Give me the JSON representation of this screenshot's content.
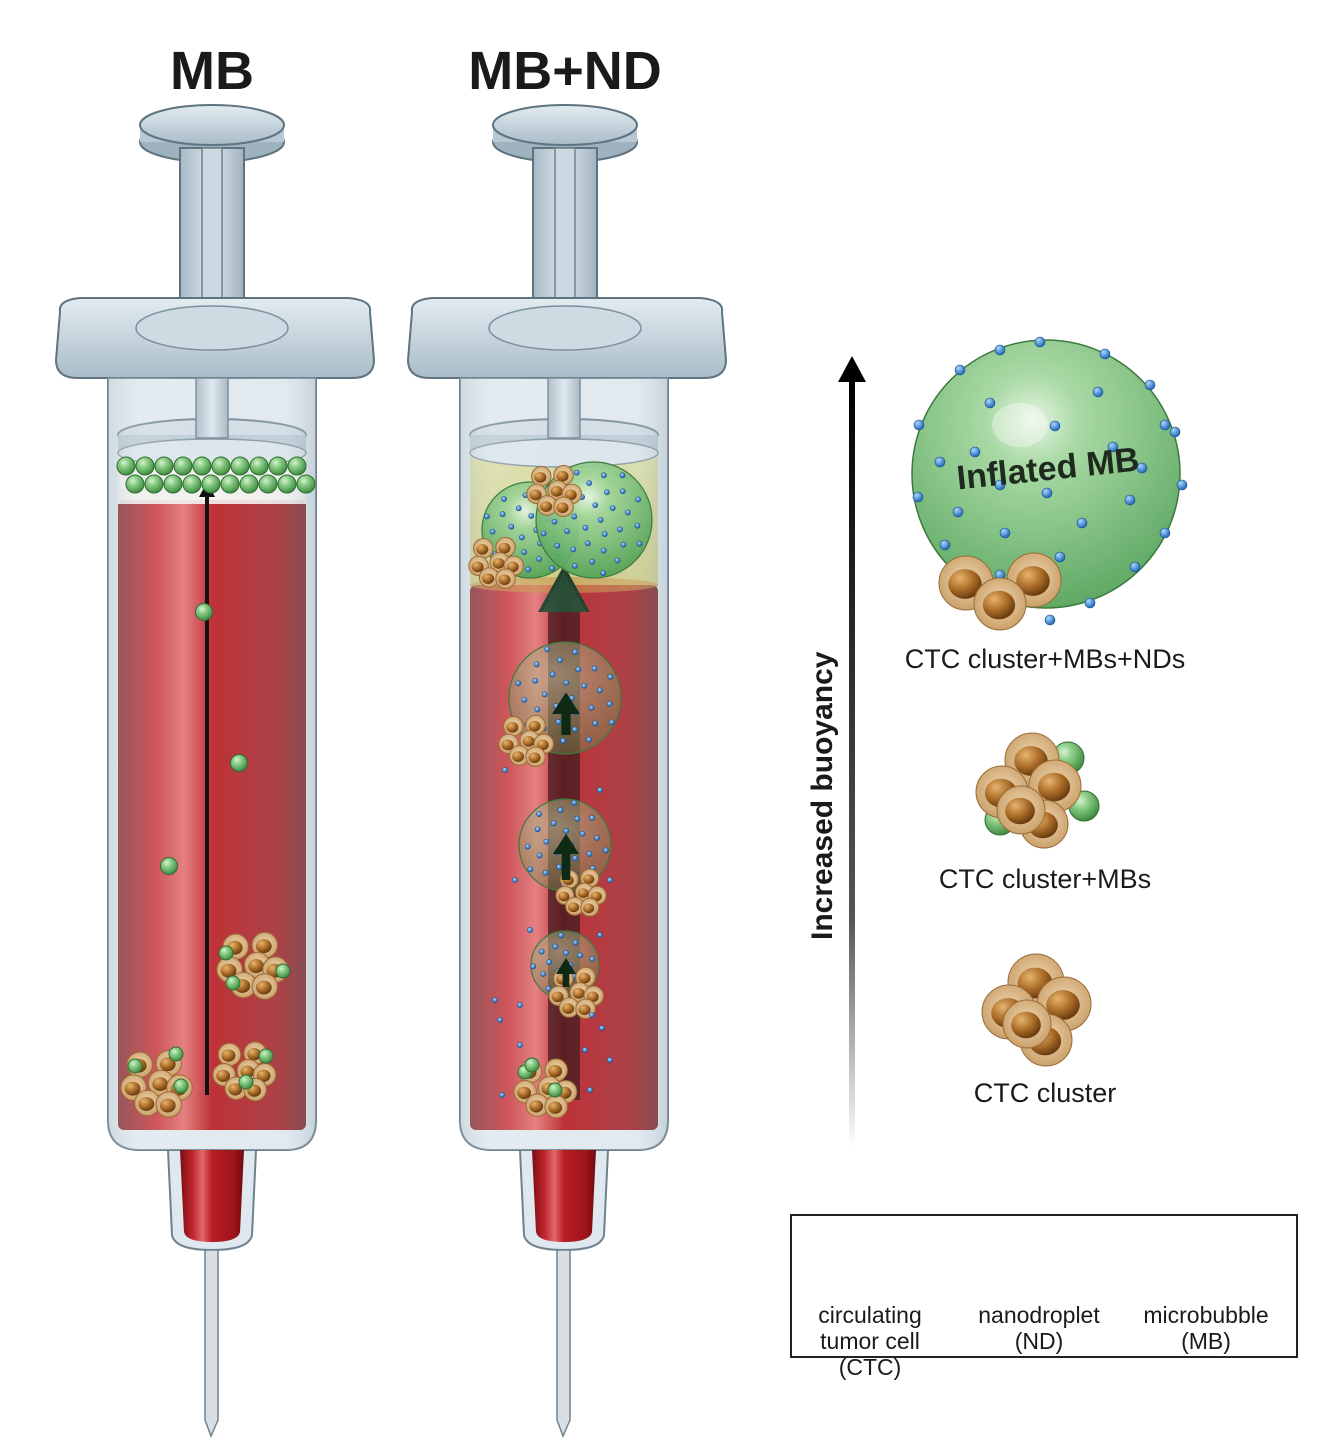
{
  "titles": {
    "left": "MB",
    "right": "MB+ND"
  },
  "axis": {
    "label": "Increased buoyancy"
  },
  "inflated_label": "Inflated MB",
  "stages": [
    {
      "label": "CTC cluster+MBs+NDs"
    },
    {
      "label": "CTC cluster+MBs"
    },
    {
      "label": "CTC cluster"
    }
  ],
  "legend": [
    {
      "label": "circulating\ntumor cell\n(CTC)",
      "icon": "ctc-icon"
    },
    {
      "label": "nanodroplet\n(ND)",
      "icon": "nanodroplet-icon"
    },
    {
      "label": "microbubble\n(MB)",
      "icon": "microbubble-icon"
    }
  ],
  "colors": {
    "blood": "#a3141c",
    "syringe": "#c9d7e0",
    "microbubble": "#6fba6b",
    "ctc": "#b07a3a",
    "nanodroplet": "#2f84d3"
  }
}
